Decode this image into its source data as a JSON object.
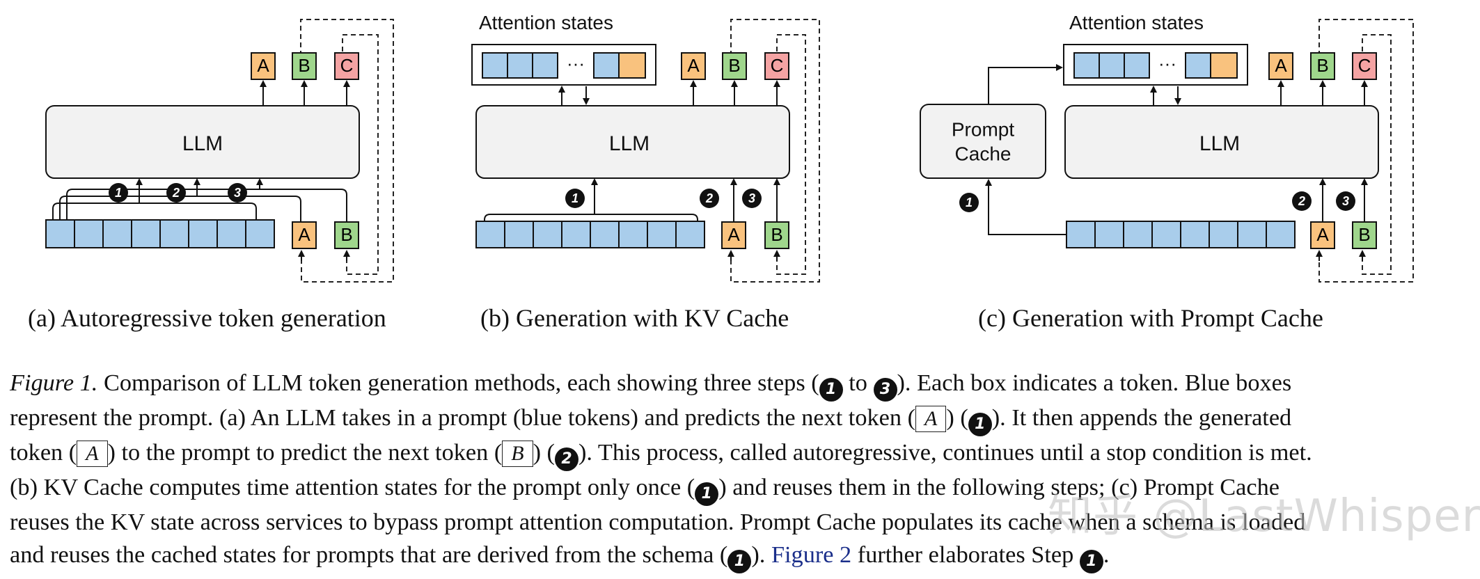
{
  "panels": {
    "a": {
      "llm_label": "LLM",
      "outputs": [
        "A",
        "B",
        "C"
      ],
      "inputs": [
        "A",
        "B"
      ],
      "steps": [
        "1",
        "2",
        "3"
      ],
      "caption": "(a) Autoregressive token generation"
    },
    "b": {
      "attention_title": "Attention states",
      "ellipsis": "···",
      "llm_label": "LLM",
      "outputs": [
        "A",
        "B",
        "C"
      ],
      "inputs": [
        "A",
        "B"
      ],
      "steps": [
        "1",
        "2",
        "3"
      ],
      "caption": "(b) Generation with KV Cache"
    },
    "c": {
      "attention_title": "Attention states",
      "ellipsis": "···",
      "prompt_cache_line1": "Prompt",
      "prompt_cache_line2": "Cache",
      "llm_label": "LLM",
      "outputs": [
        "A",
        "B",
        "C"
      ],
      "inputs": [
        "A",
        "B"
      ],
      "steps": [
        "1",
        "2",
        "3"
      ],
      "caption": "(c) Generation with Prompt Cache"
    }
  },
  "colors": {
    "prompt_token": "#a9cdeb",
    "token_a": "#f9c27e",
    "token_b": "#9fd68c",
    "token_c": "#f4a3a3",
    "llm_fill": "#f2f2f2",
    "figure_link": "#1a2e8a"
  },
  "caption": {
    "label": "Figure 1.",
    "line1_a": " Comparison of LLM token generation methods, each showing three steps (",
    "line1_to": " to ",
    "line1_b": "). Each box indicates a token. Blue boxes",
    "line2_a": "represent the prompt. (a) An LLM takes in a prompt (blue tokens) and predicts the next token (",
    "line2_b": ") (",
    "line2_c": "). It then appends the generated",
    "line3_a": "token (",
    "line3_b": ") to the prompt to predict the next token (",
    "line3_c": ") (",
    "line3_d": "). This process, called autoregressive, continues until a stop condition is met.",
    "line4_a": "(b) KV Cache computes time attention states for the prompt only once (",
    "line4_b": ") and reuses them in the following steps; (c) Prompt Cache",
    "line5": "reuses the KV state across services to bypass prompt attention computation. Prompt Cache populates its cache when a schema is loaded",
    "line6_a": "and reuses the cached states for prompts that are derived from the schema (",
    "line6_b": "). ",
    "line6_link": "Figure 2",
    "line6_c": " further elaborates Step ",
    "line6_d": ".",
    "token_a": "A",
    "token_b": "B",
    "step1": "1",
    "step2": "2",
    "step3": "3"
  },
  "watermark": "知乎 @LastWhisper"
}
